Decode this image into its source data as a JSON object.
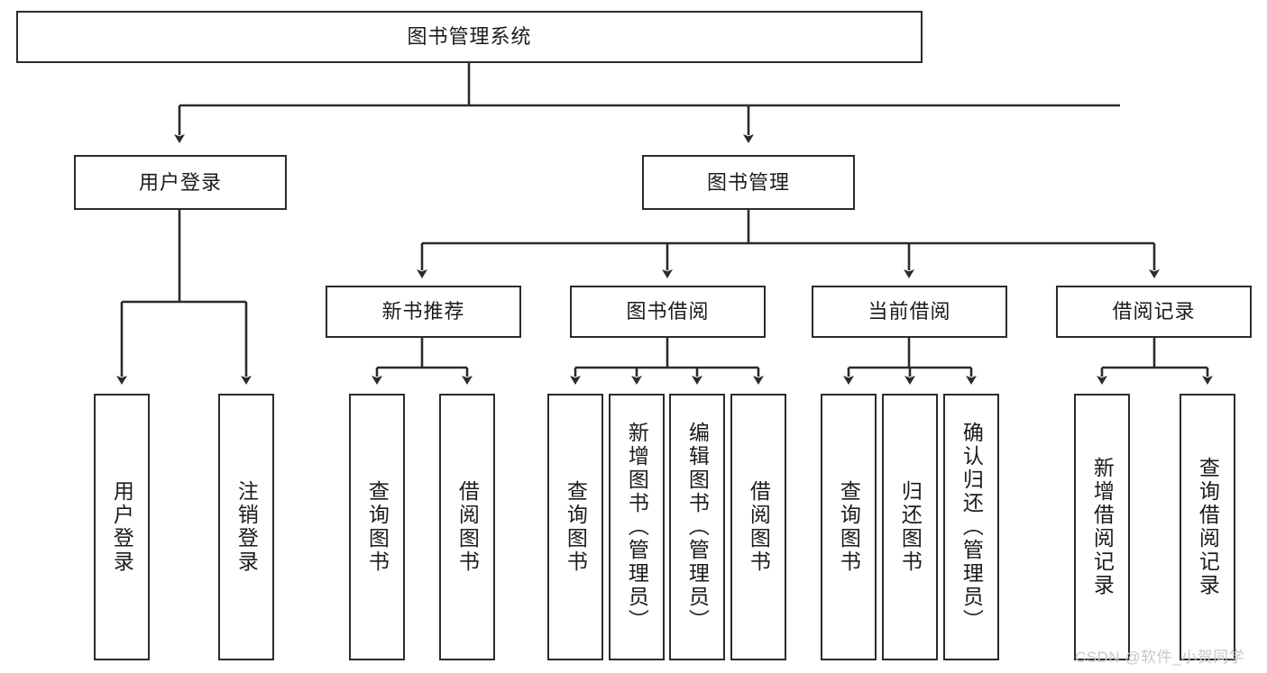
{
  "diagram": {
    "title_node": {
      "label": "图书管理系统"
    },
    "level2": [
      {
        "id": "user-login",
        "label": "用户登录"
      },
      {
        "id": "book-management",
        "label": "图书管理"
      }
    ],
    "level3": [
      {
        "id": "new-book-recommend",
        "label": "新书推荐"
      },
      {
        "id": "book-borrow",
        "label": "图书借阅"
      },
      {
        "id": "current-borrow",
        "label": "当前借阅"
      },
      {
        "id": "borrow-record",
        "label": "借阅记录"
      }
    ],
    "leaves": [
      {
        "id": "leaf-user-login",
        "label": "用户登录"
      },
      {
        "id": "leaf-logout-login",
        "label": "注销登录"
      },
      {
        "id": "leaf-query-book-1",
        "label": "查询图书"
      },
      {
        "id": "leaf-borrow-book-1",
        "label": "借阅图书"
      },
      {
        "id": "leaf-query-book-2",
        "label": "查询图书"
      },
      {
        "id": "leaf-add-book",
        "label": "新增图书（管理员）"
      },
      {
        "id": "leaf-edit-book",
        "label": "编辑图书（管理员）"
      },
      {
        "id": "leaf-borrow-book-2",
        "label": "借阅图书"
      },
      {
        "id": "leaf-query-book-3",
        "label": "查询图书"
      },
      {
        "id": "leaf-return-book",
        "label": "归还图书"
      },
      {
        "id": "leaf-confirm-return",
        "label": "确认归还（管理员）"
      },
      {
        "id": "leaf-add-borrow-record",
        "label": "新增借阅记录"
      },
      {
        "id": "leaf-query-borrow-record",
        "label": "查询借阅记录"
      }
    ],
    "watermark": {
      "text": "CSDN @软件_小贺同学"
    },
    "colors": {
      "stroke": "#2b2b2b",
      "fill": "#ffffff",
      "text": "#1b1b1b",
      "watermark": "#c9c9c9"
    }
  }
}
